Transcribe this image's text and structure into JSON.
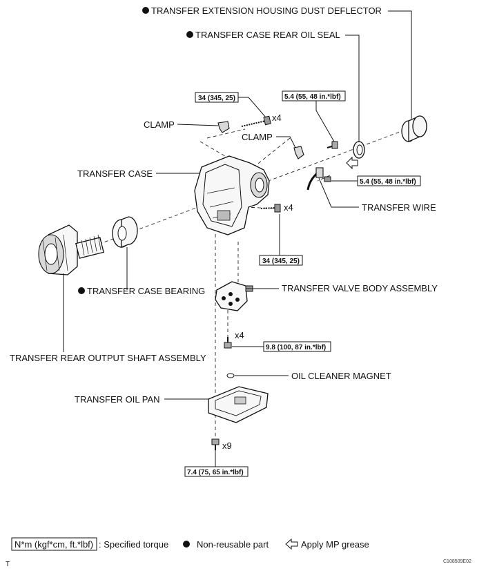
{
  "labels": {
    "dust_deflector": "TRANSFER EXTENSION HOUSING DUST DEFLECTOR",
    "rear_oil_seal": "TRANSFER CASE REAR OIL SEAL",
    "clamp_1": "CLAMP",
    "clamp_2": "CLAMP",
    "transfer_case": "TRANSFER CASE",
    "transfer_wire": "TRANSFER WIRE",
    "case_bearing": "TRANSFER CASE BEARING",
    "valve_body": "TRANSFER VALVE BODY ASSEMBLY",
    "rear_output_shaft": "TRANSFER REAR OUTPUT SHAFT ASSEMBLY",
    "oil_cleaner_magnet": "OIL CLEANER MAGNET",
    "oil_pan": "TRANSFER OIL PAN"
  },
  "torques": {
    "t1": "34 (345, 25)",
    "t2": "5.4 (55, 48 in.*lbf)",
    "t3": "5.4 (55, 48 in.*lbf)",
    "t4": "34 (345, 25)",
    "t5": "9.8 (100, 87 in.*lbf)",
    "t6": "7.4 (75, 65 in.*lbf)"
  },
  "quantities": {
    "q1": "x4",
    "q2": "x4",
    "q3": "x4",
    "q4": "x9"
  },
  "legend": {
    "torque_box": "N*m (kgf*cm, ft.*lbf)",
    "torque_text": ": Specified torque",
    "nonreusable_text": "Non-reusable part",
    "grease_text": "Apply MP grease"
  },
  "footer": {
    "code": "C108509E02",
    "corner": "T"
  }
}
